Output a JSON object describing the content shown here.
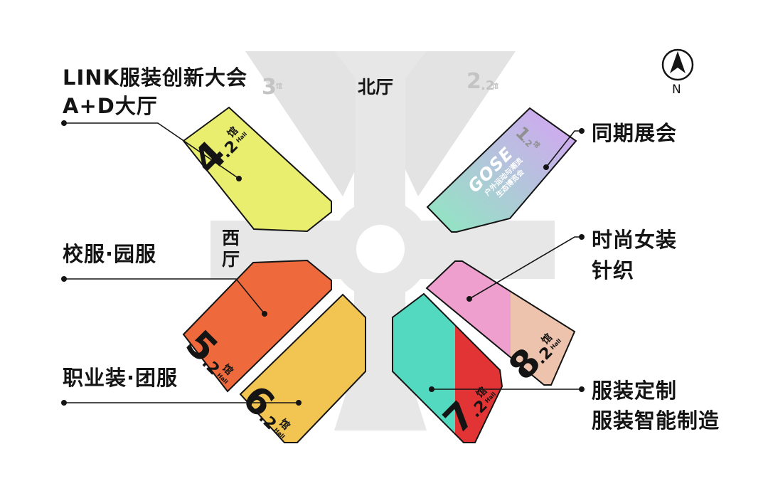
{
  "compass": {
    "label": "N",
    "icon": "north-arrow-icon"
  },
  "zones": {
    "north": "北厅",
    "west": "西厅"
  },
  "halls": [
    {
      "id": "4.2",
      "num": "4",
      "sub": ".2",
      "unit": "馆",
      "hall": "Hall",
      "color": "#e9ee6e"
    },
    {
      "id": "5.2",
      "num": "5",
      "sub": ".2",
      "unit": "馆",
      "hall": "Hall",
      "color": "#ee6a3c"
    },
    {
      "id": "6.2",
      "num": "6",
      "sub": ".2",
      "unit": "馆",
      "hall": "Hall",
      "color": "#f2c552"
    },
    {
      "id": "7.2",
      "num": "7",
      "sub": ".2",
      "unit": "馆",
      "hall": "Hall",
      "colors": [
        "#52d9c0",
        "#e23434"
      ]
    },
    {
      "id": "8.2",
      "num": "8",
      "sub": ".2",
      "unit": "馆",
      "hall": "Hall",
      "colors": [
        "#ee9fcd",
        "#eec3ad"
      ]
    },
    {
      "id": "1.2",
      "num": "1",
      "sub": ".2",
      "unit": "馆",
      "hall": "Hall",
      "colors": [
        "#8ee8c0",
        "#d7a3f5"
      ]
    },
    {
      "id": "2.2",
      "num": "2",
      "sub": ".2",
      "unit": "馆",
      "hall": "Hall",
      "inactive": true
    },
    {
      "id": "3",
      "num": "3",
      "sub": "",
      "unit": "馆",
      "hall": "Hall",
      "inactive": true
    }
  ],
  "gose": {
    "logo": "GOSE",
    "line1": "户外运动与潮流",
    "line2": "生态博览会"
  },
  "labels": {
    "link_line1": "LINK服装创新大会",
    "link_line2": "A+D大厅",
    "school": "校服·园服",
    "career": "职业装·团服",
    "concurrent": "同期展会",
    "fashion_line1": "时尚女装",
    "fashion_line2": "针织",
    "custom_line1": "服装定制",
    "custom_line2": "服装智能制造"
  }
}
